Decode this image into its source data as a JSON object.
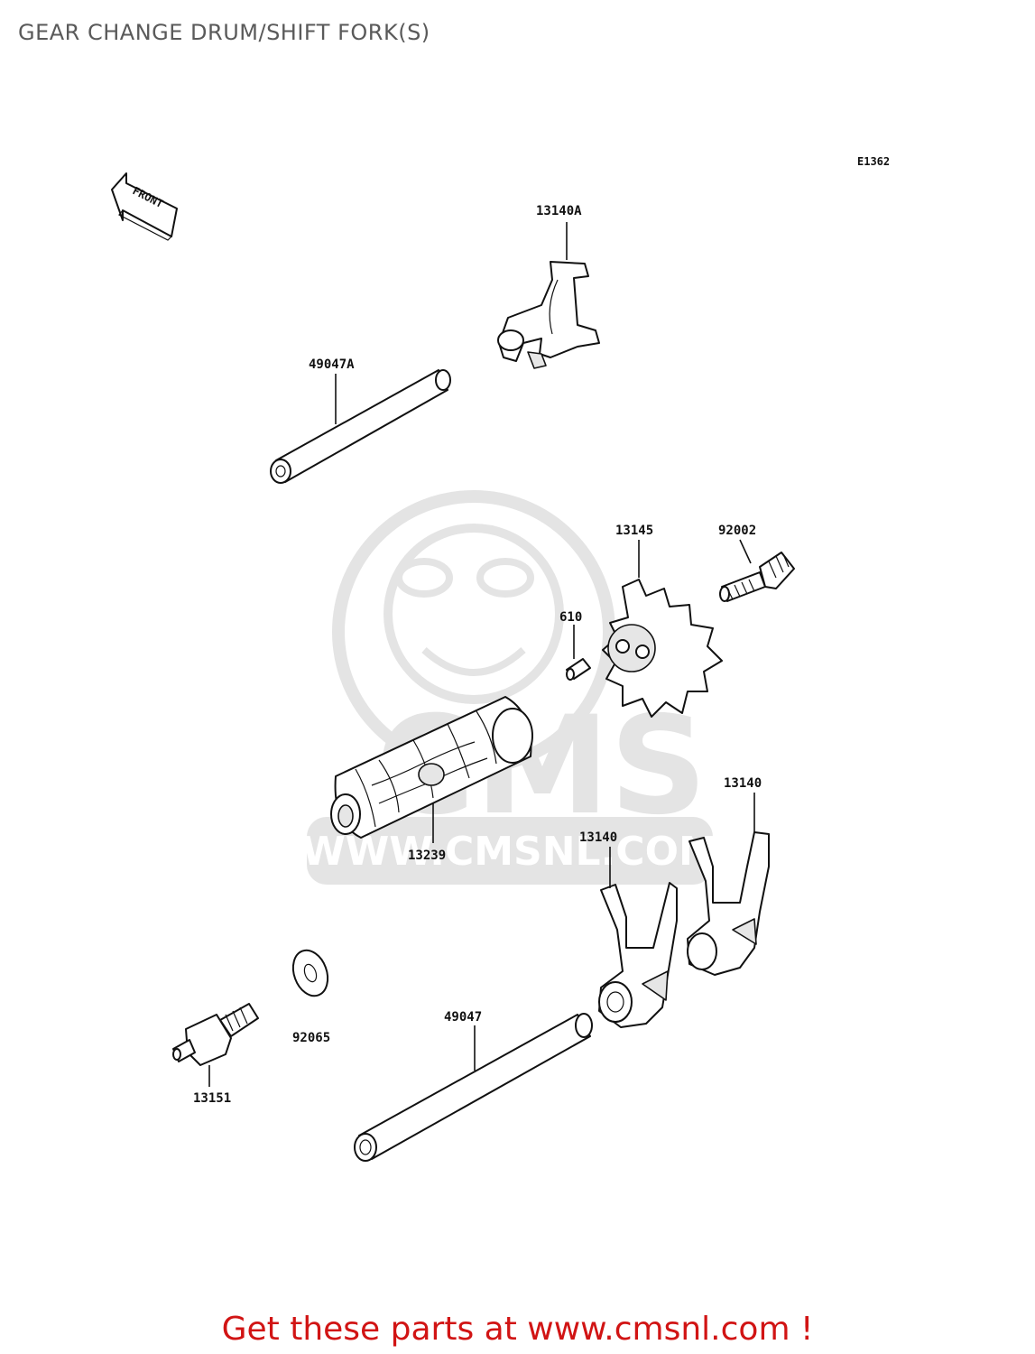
{
  "title": "GEAR CHANGE DRUM/SHIFT FORK(S)",
  "diagram_code": "E1362",
  "front_marker": "FRONT",
  "parts": [
    {
      "key": "p13140A",
      "number": "13140A"
    },
    {
      "key": "p49047A",
      "number": "49047A"
    },
    {
      "key": "p13145",
      "number": "13145"
    },
    {
      "key": "p92002",
      "number": "92002"
    },
    {
      "key": "p610",
      "number": "610"
    },
    {
      "key": "p13239",
      "number": "13239"
    },
    {
      "key": "p13140_right",
      "number": "13140"
    },
    {
      "key": "p13140_left",
      "number": "13140"
    },
    {
      "key": "p92065",
      "number": "92065"
    },
    {
      "key": "p49047",
      "number": "49047"
    },
    {
      "key": "p13151",
      "number": "13151"
    }
  ],
  "watermark": {
    "brand": "CMS",
    "url": "WWW.CMSNL.COM"
  },
  "footer": {
    "text": "Get these parts at www.cmsnl.com !"
  },
  "colors": {
    "footer": "#d11414",
    "watermark": "#e4e4e4",
    "line": "#111111"
  }
}
